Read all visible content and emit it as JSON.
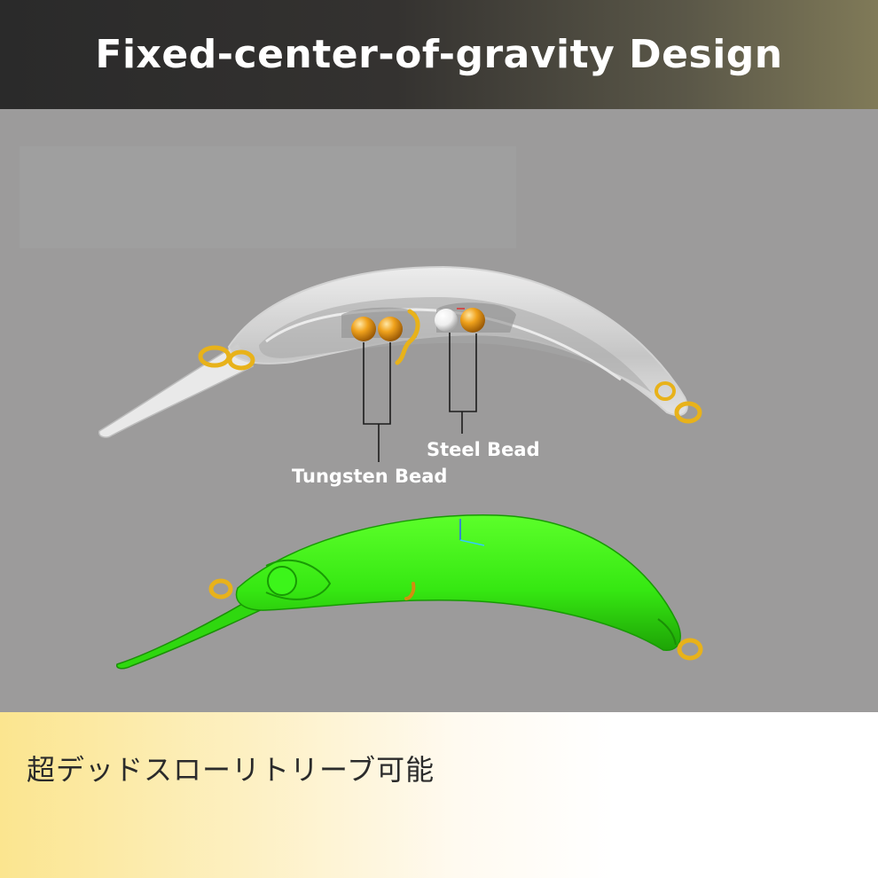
{
  "header": {
    "title": "Fixed-center-of-gravity Design"
  },
  "diagram": {
    "labels": {
      "tungsten": "Tungsten Bead",
      "steel": "Steel Bead"
    },
    "colors": {
      "background": "#9c9b9b",
      "gold_ring": "#e8b21a",
      "tungsten": "#f0a21c",
      "steel": "#f4f4f4",
      "lure_green": "#38ef12",
      "lure_shell": "#d8d8d8"
    }
  },
  "footer": {
    "text": "超デッドスローリトリーブ可能"
  }
}
